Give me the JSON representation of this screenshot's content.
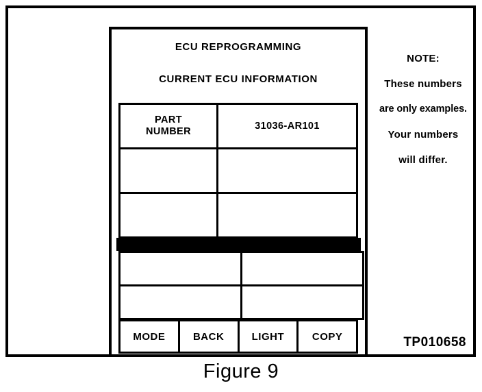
{
  "figure": {
    "caption": "Figure 9",
    "part_code": "TP010658"
  },
  "note": {
    "lines": [
      "NOTE:",
      "These numbers",
      "are only examples.",
      "Your numbers",
      "will differ."
    ]
  },
  "device": {
    "title": "ECU REPROGRAMMING",
    "subtitle": "CURRENT ECU INFORMATION",
    "info_table": {
      "rows": [
        {
          "label_line1": "PART",
          "label_line2": "NUMBER",
          "value": "31036-AR101"
        },
        {
          "label_line1": "",
          "label_line2": "",
          "value": ""
        },
        {
          "label_line1": "",
          "label_line2": "",
          "value": ""
        }
      ]
    },
    "lower_table": {
      "blank_rows": [
        {
          "left": "",
          "right": ""
        },
        {
          "left": "",
          "right": ""
        }
      ],
      "buttons": [
        {
          "label": "MODE"
        },
        {
          "label": "BACK"
        },
        {
          "label": "LIGHT"
        },
        {
          "label": "COPY"
        }
      ]
    }
  },
  "colors": {
    "ink": "#000000",
    "paper": "#ffffff"
  }
}
